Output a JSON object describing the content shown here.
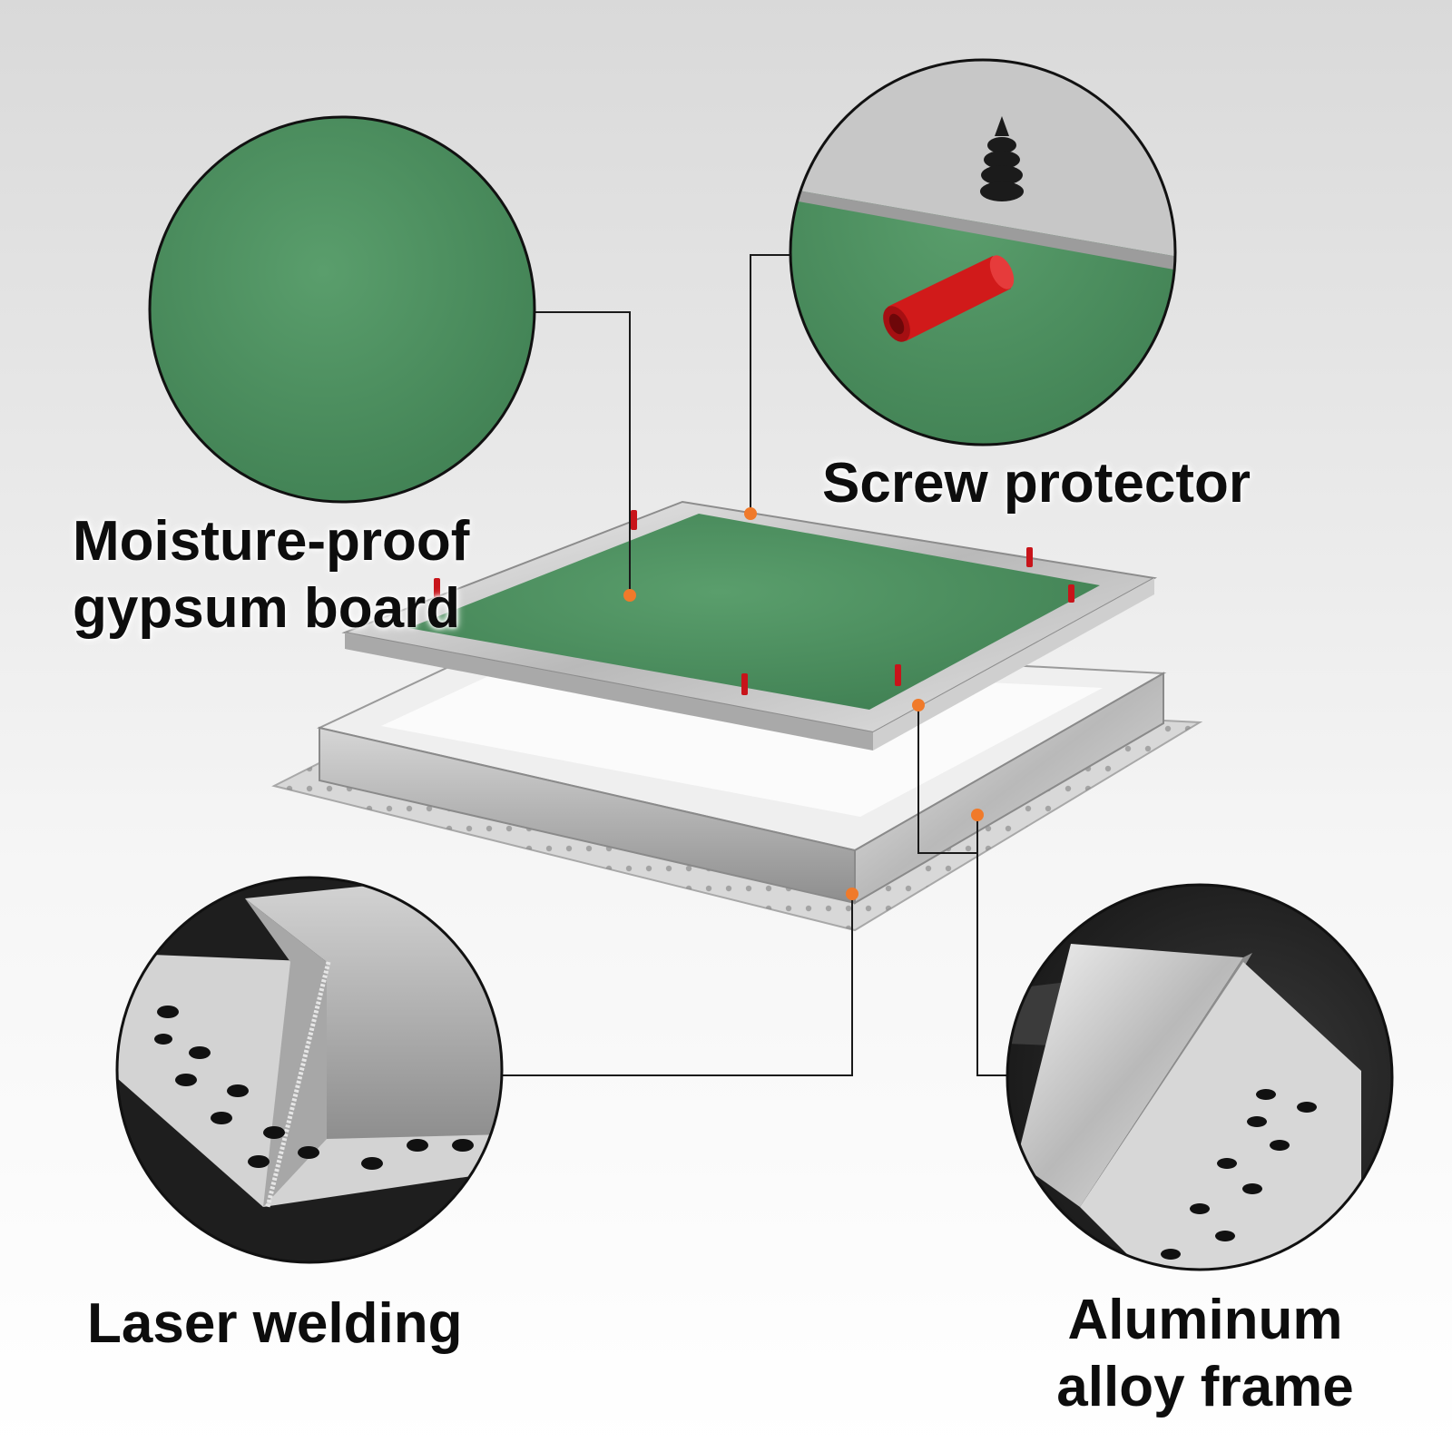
{
  "callouts": [
    {
      "id": "moisture",
      "lines": [
        "Moisture-proof",
        "gypsum board"
      ]
    },
    {
      "id": "screw",
      "lines": [
        "Screw protector"
      ]
    },
    {
      "id": "laser",
      "lines": [
        "Laser welding"
      ]
    },
    {
      "id": "aluminum",
      "lines": [
        "Aluminum",
        "alloy frame"
      ]
    }
  ],
  "colors": {
    "background_top": "#dcdcdc",
    "background_bottom": "#ffffff",
    "gypsum_green": "#4a8f5e",
    "aluminum": "#c9c9c9",
    "screw_protector_red": "#d11a1a",
    "marker_orange": "#f07a2a",
    "leader_line": "#1a1a1a"
  }
}
